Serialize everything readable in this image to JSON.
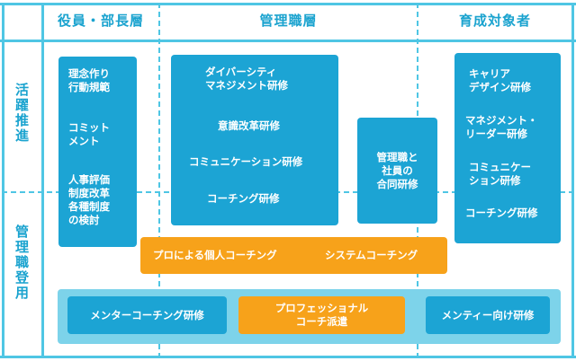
{
  "headers": {
    "col1": "役員・部長層",
    "col2": "管理職層",
    "col3": "育成対象者"
  },
  "rows": {
    "row1": "活躍推進",
    "row2": "管理職登用"
  },
  "executive_box": {
    "items": [
      "理念作り\n行動規範",
      "コミット\nメント",
      "人事評価\n制度改革\n各種制度\nの検討"
    ]
  },
  "manager_box": {
    "items": [
      "ダイバーシティ\nマネジメント研修",
      "意識改革研修",
      "コミュニケーション研修",
      "コーチング研修"
    ]
  },
  "joint_training": "管理職と\n社員の\n合同研修",
  "candidate_box": {
    "items": [
      "キャリア\nデザイン研修",
      "マネジメント・\nリーダー研修",
      "コミュニケー\nション研修",
      "コーチング研修"
    ]
  },
  "coaching_bar": {
    "left": "プロによる個人コーチング",
    "right": "システムコーチング"
  },
  "bottom_band": {
    "mentor": "メンターコーチング研修",
    "coach_dispatch": "プロフェッショナル\nコーチ派遣",
    "mentee": "メンティー向け研修"
  }
}
